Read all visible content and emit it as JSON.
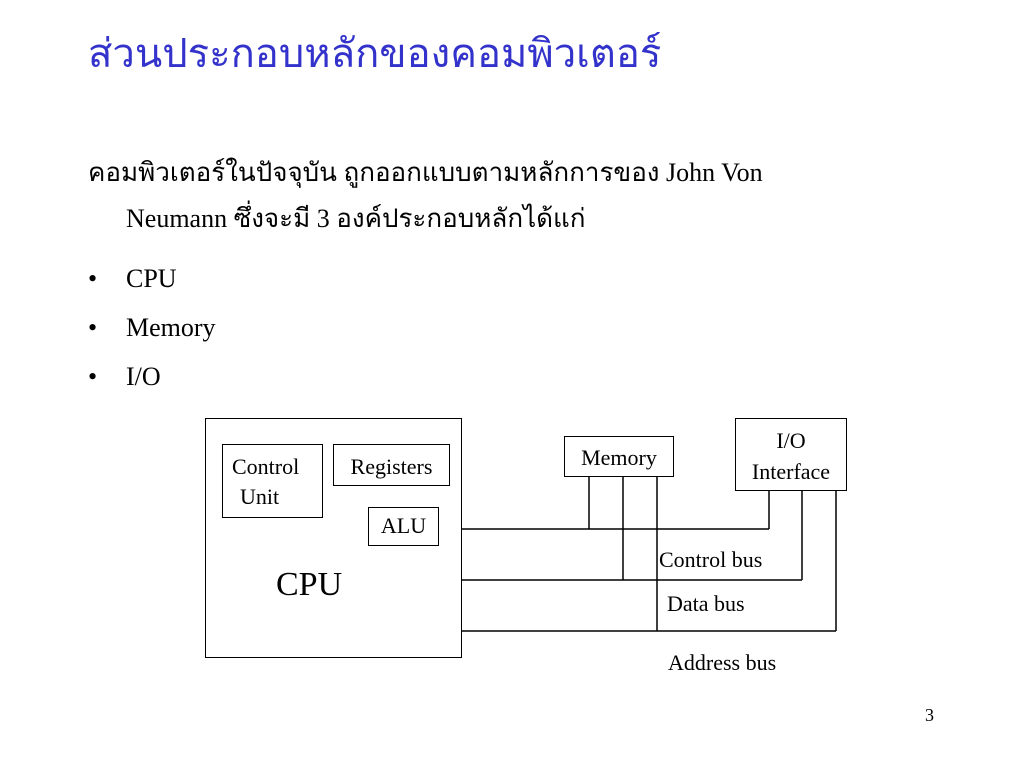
{
  "slide": {
    "title": "ส่วนประกอบหลักของคอมพิวเตอร์",
    "intro_line1": "คอมพิวเตอร์ในปัจจุบัน ถูกออกแบบตามหลักการของ John Von",
    "intro_line2": "Neumann ซึ่งจะมี 3 องค์ประกอบหลักได้แก่",
    "bullet_symbol": "•",
    "bullets": [
      "CPU",
      "Memory",
      "I/O"
    ],
    "page_number": "3"
  },
  "diagram": {
    "cpu_label": "CPU",
    "control_unit_line1": "Control",
    "control_unit_line2": "Unit",
    "registers_label": "Registers",
    "alu_label": "ALU",
    "memory_label": "Memory",
    "io_line1": "I/O",
    "io_line2": "Interface",
    "control_bus_label": "Control bus",
    "data_bus_label": "Data bus",
    "address_bus_label": "Address bus"
  }
}
